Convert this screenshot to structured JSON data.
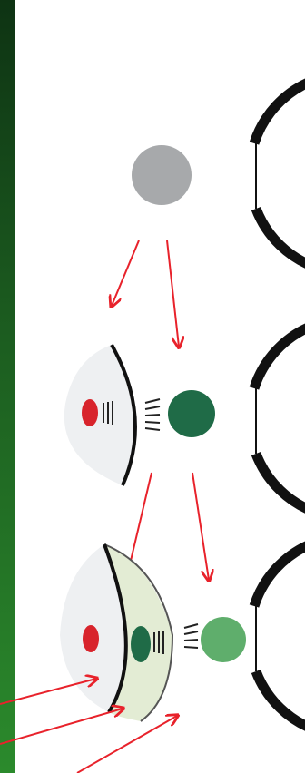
{
  "background": {
    "gradient_colors": [
      "#0e3313",
      "#1b5a1f",
      "#2b8a2c"
    ],
    "panel_color": "#ffffff"
  },
  "cells": [
    {
      "name": "top-cell",
      "outer_ring_color": "#111111",
      "center_body": {
        "color": "#a7a9ab"
      }
    },
    {
      "name": "middle-cell",
      "outer_ring_color": "#111111",
      "left_compartment_fill": "#eef0f2",
      "small_body_color": "#d8242c",
      "large_body_color": "#1f6b47"
    },
    {
      "name": "bottom-cell",
      "outer_ring_color": "#111111",
      "left_compartment_fill": "#eef0f2",
      "middle_compartment_fill": "#e3ecd4",
      "small_body_color": "#d8242c",
      "mid_body_color": "#1f6b47",
      "large_body_color": "#5fae6c"
    }
  ],
  "arrows": {
    "color": "#e8222b",
    "count_between_cells": 4,
    "pointer_lines": 3
  }
}
